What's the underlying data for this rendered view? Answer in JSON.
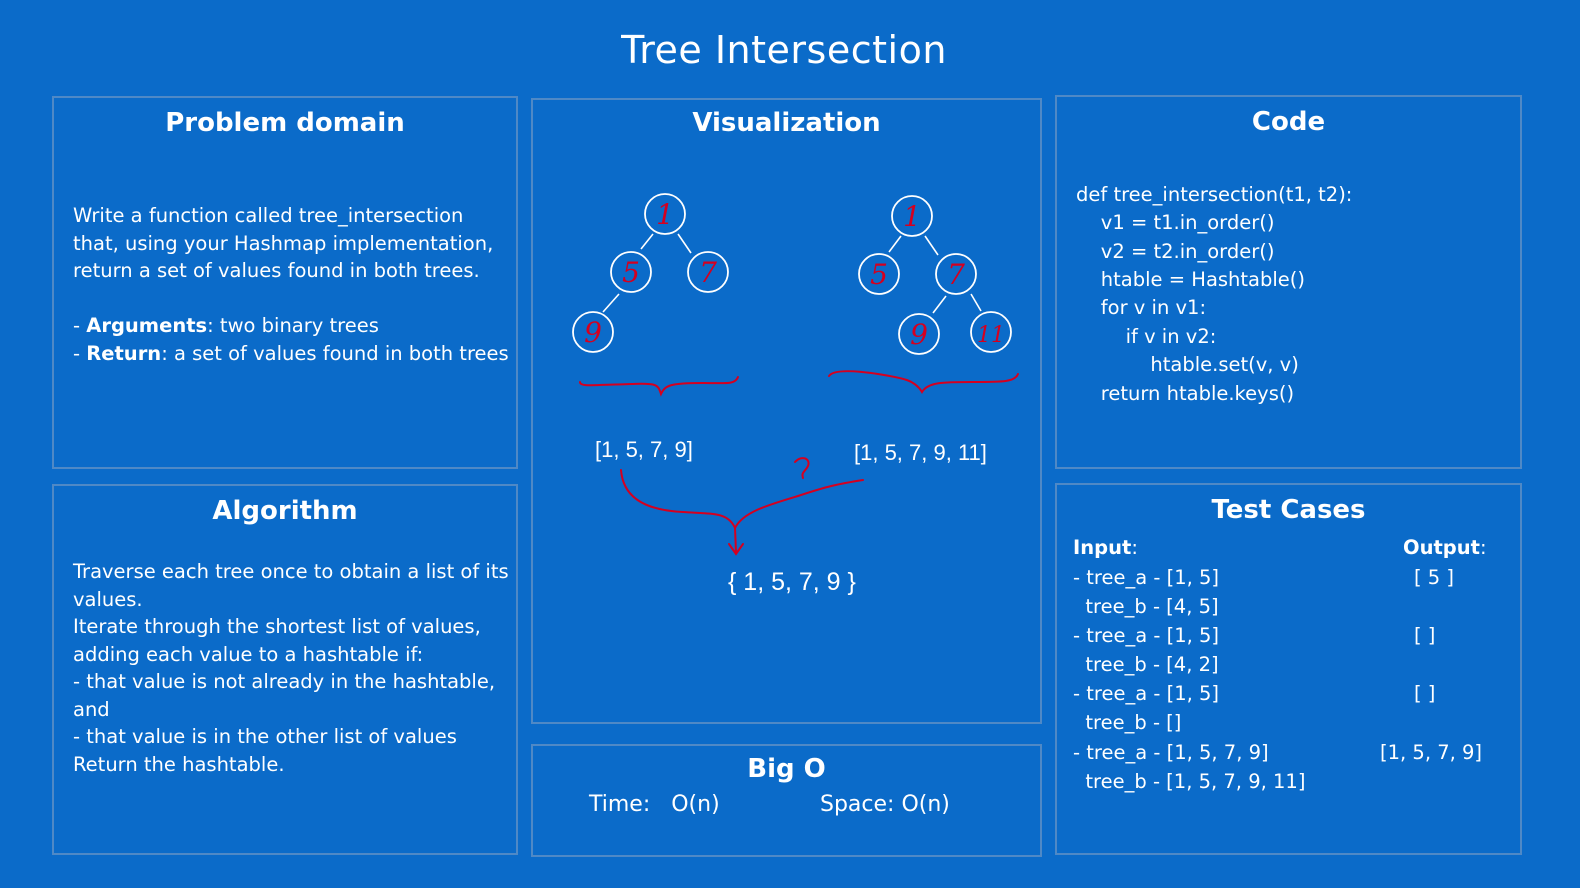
{
  "title": "Tree Intersection",
  "problem": {
    "heading": "Problem domain",
    "description": "Write a function called tree_intersection that, using your Hashmap implementation, return a set of values found in both trees.",
    "arguments_label": "Arguments",
    "arguments_text": ":  two binary trees",
    "return_label": "Return",
    "return_text": ":  a set of values found in both trees"
  },
  "algorithm": {
    "heading": "Algorithm",
    "lines": [
      "Traverse each tree once to obtain a list of its values.",
      "Iterate through the shortest list of values, adding each value to a hashtable if:",
      "-  that value is not already in the hashtable, and",
      "- that value is in the other list of values",
      "Return the hashtable."
    ]
  },
  "visualization": {
    "heading": "Visualization",
    "tree_a": {
      "nodes": [
        "1",
        "5",
        "7",
        "9"
      ]
    },
    "tree_b": {
      "nodes": [
        "1",
        "5",
        "7",
        "9",
        "11"
      ]
    },
    "list_a": "[1, 5, 7, 9]",
    "list_b": "[1, 5, 7, 9, 11]",
    "question_mark": "?",
    "result": "{ 1, 5, 7, 9 }",
    "ink_color": "#d40020"
  },
  "bigo": {
    "heading": "Big O",
    "time": "Time:   O(n)",
    "space": "Space: O(n)"
  },
  "code": {
    "heading": "Code",
    "lines": [
      "def tree_intersection(t1, t2):",
      "    v1 = t1.in_order()",
      "    v2 = t2.in_order()",
      "    htable = Hashtable()",
      "    for v in v1:",
      "        if v in v2:",
      "            htable.set(v, v)",
      "    return htable.keys()"
    ]
  },
  "tests": {
    "heading": "Test Cases",
    "input_label": "Input",
    "output_label": "Output",
    "cases": [
      {
        "a": "- tree_a - [1, 5]",
        "b": "  tree_b - [4, 5]",
        "out": "[ 5 ]"
      },
      {
        "a": "- tree_a - [1, 5]",
        "b": "  tree_b - [4, 2]",
        "out": "[ ]"
      },
      {
        "a": "- tree_a - [1, 5]",
        "b": "  tree_b - []",
        "out": "[ ]"
      },
      {
        "a": "- tree_a - [1, 5, 7, 9]",
        "b": "  tree_b - [1, 5, 7, 9, 11]",
        "out": "[1, 5, 7, 9]"
      }
    ]
  }
}
